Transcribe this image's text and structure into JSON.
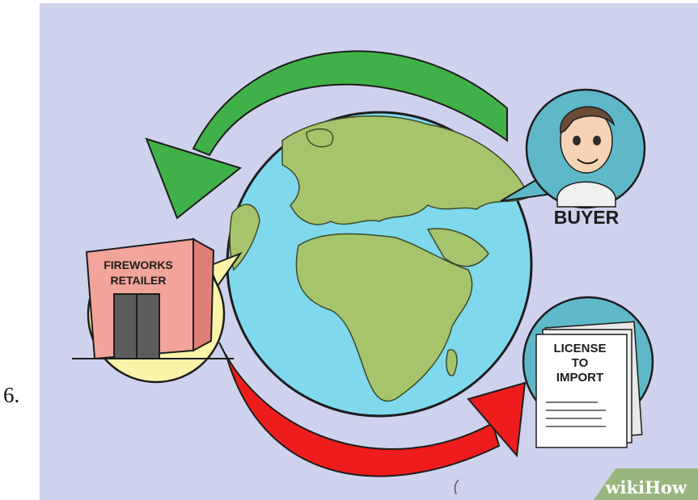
{
  "step": {
    "number": "6."
  },
  "illustration": {
    "background_color": "#cfd2ec",
    "globe": {
      "ocean_color": "#7fd8ec",
      "land_color": "#a6c46c"
    },
    "arrows": {
      "top": {
        "color": "#3fb148",
        "direction": "buyer-to-retailer"
      },
      "bottom": {
        "color": "#ee1c1c",
        "direction": "retailer-to-license"
      }
    },
    "buyer": {
      "label": "BUYER",
      "icon": "person-avatar-icon"
    },
    "retailer": {
      "sign_line1": "FIREWORKS",
      "sign_line2": "RETAILER",
      "icon": "store-building-icon"
    },
    "license": {
      "line1": "LICENSE",
      "line2": "TO",
      "line3": "IMPORT",
      "icon": "document-icon"
    },
    "watermark": {
      "brand": "wikiHow"
    }
  }
}
